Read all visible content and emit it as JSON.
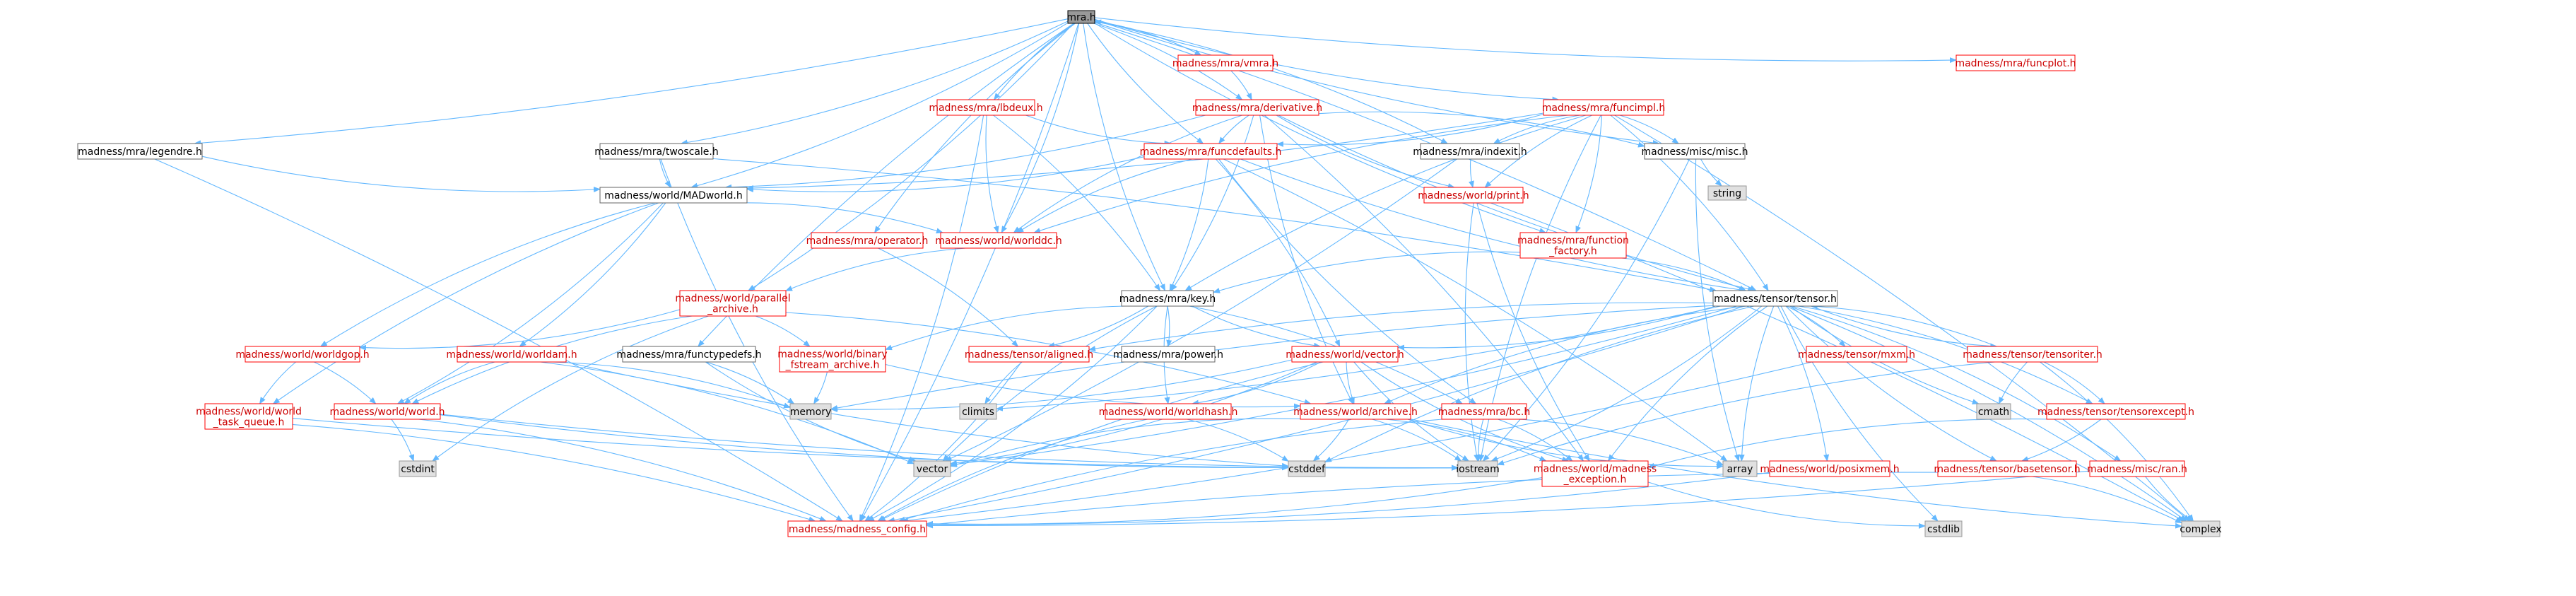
{
  "colors": {
    "edge": "#63b8ff",
    "root_fill": "#999999",
    "normal_border": "#666666",
    "missing_border": "#ff0000",
    "system_fill": "#e0e0e0",
    "system_border": "#999999",
    "normal_text": "#000000",
    "missing_text": "#cc0000"
  },
  "legend": {
    "root": "gray fill, black border",
    "normal": "white fill, gray border, black text",
    "missing": "white fill, red border, red text",
    "system": "light gray fill, gray border"
  },
  "nodes": [
    {
      "id": "mra_h",
      "kind": "root",
      "lines": [
        "mra.h"
      ]
    },
    {
      "id": "vmra",
      "kind": "missing",
      "lines": [
        "madness/mra/vmra.h"
      ]
    },
    {
      "id": "funcplot",
      "kind": "missing",
      "lines": [
        "madness/mra/funcplot.h"
      ]
    },
    {
      "id": "legendre",
      "kind": "normal",
      "lines": [
        "madness/mra/legendre.h"
      ]
    },
    {
      "id": "lbdeux",
      "kind": "missing",
      "lines": [
        "madness/mra/lbdeux.h"
      ]
    },
    {
      "id": "derivative",
      "kind": "missing",
      "lines": [
        "madness/mra/derivative.h"
      ]
    },
    {
      "id": "funcimpl",
      "kind": "missing",
      "lines": [
        "madness/mra/funcimpl.h"
      ]
    },
    {
      "id": "twoscale",
      "kind": "normal",
      "lines": [
        "madness/mra/twoscale.h"
      ]
    },
    {
      "id": "funcdefaults",
      "kind": "missing",
      "lines": [
        "madness/mra/funcdefaults.h"
      ]
    },
    {
      "id": "indexit",
      "kind": "normal",
      "lines": [
        "madness/mra/indexit.h"
      ]
    },
    {
      "id": "misc",
      "kind": "normal",
      "lines": [
        "madness/misc/misc.h"
      ]
    },
    {
      "id": "string",
      "kind": "system",
      "lines": [
        "string"
      ]
    },
    {
      "id": "madworld",
      "kind": "normal",
      "lines": [
        "madness/world/MADworld.h"
      ]
    },
    {
      "id": "print",
      "kind": "missing",
      "lines": [
        "madness/world/print.h"
      ]
    },
    {
      "id": "operator",
      "kind": "missing",
      "lines": [
        "madness/mra/operator.h"
      ]
    },
    {
      "id": "worlddc",
      "kind": "missing",
      "lines": [
        "madness/world/worlddc.h"
      ]
    },
    {
      "id": "function_factory",
      "kind": "missing",
      "lines": [
        "madness/mra/function",
        "_factory.h"
      ]
    },
    {
      "id": "parallel_archive",
      "kind": "missing",
      "lines": [
        "madness/world/parallel",
        "_archive.h"
      ]
    },
    {
      "id": "key",
      "kind": "normal",
      "lines": [
        "madness/mra/key.h"
      ]
    },
    {
      "id": "tensor",
      "kind": "normal",
      "lines": [
        "madness/tensor/tensor.h"
      ]
    },
    {
      "id": "worldgop",
      "kind": "missing",
      "lines": [
        "madness/world/worldgop.h"
      ]
    },
    {
      "id": "worldam",
      "kind": "missing",
      "lines": [
        "madness/world/worldam.h"
      ]
    },
    {
      "id": "functypedefs",
      "kind": "normal",
      "lines": [
        "madness/mra/functypedefs.h"
      ]
    },
    {
      "id": "binary_fstream",
      "kind": "missing",
      "lines": [
        "madness/world/binary",
        "_fstream_archive.h"
      ]
    },
    {
      "id": "aligned",
      "kind": "missing",
      "lines": [
        "madness/tensor/aligned.h"
      ]
    },
    {
      "id": "power",
      "kind": "normal",
      "lines": [
        "madness/mra/power.h"
      ]
    },
    {
      "id": "vector",
      "kind": "missing",
      "lines": [
        "madness/world/vector.h"
      ]
    },
    {
      "id": "mxm",
      "kind": "missing",
      "lines": [
        "madness/tensor/mxm.h"
      ]
    },
    {
      "id": "tensoriter",
      "kind": "missing",
      "lines": [
        "madness/tensor/tensoriter.h"
      ]
    },
    {
      "id": "world_task_queue",
      "kind": "missing",
      "lines": [
        "madness/world/world",
        "_task_queue.h"
      ]
    },
    {
      "id": "world",
      "kind": "missing",
      "lines": [
        "madness/world/world.h"
      ]
    },
    {
      "id": "memory",
      "kind": "system",
      "lines": [
        "memory"
      ]
    },
    {
      "id": "climits",
      "kind": "system",
      "lines": [
        "climits"
      ]
    },
    {
      "id": "worldhash",
      "kind": "missing",
      "lines": [
        "madness/world/worldhash.h"
      ]
    },
    {
      "id": "archive",
      "kind": "missing",
      "lines": [
        "madness/world/archive.h"
      ]
    },
    {
      "id": "bc",
      "kind": "missing",
      "lines": [
        "madness/mra/bc.h"
      ]
    },
    {
      "id": "cmath",
      "kind": "system",
      "lines": [
        "cmath"
      ]
    },
    {
      "id": "tensorexcept",
      "kind": "missing",
      "lines": [
        "madness/tensor/tensorexcept.h"
      ]
    },
    {
      "id": "cstdint",
      "kind": "system",
      "lines": [
        "cstdint"
      ]
    },
    {
      "id": "vector_sys",
      "kind": "system",
      "lines": [
        "vector"
      ]
    },
    {
      "id": "cstddef",
      "kind": "system",
      "lines": [
        "cstddef"
      ]
    },
    {
      "id": "iostream",
      "kind": "system",
      "lines": [
        "iostream"
      ]
    },
    {
      "id": "array",
      "kind": "system",
      "lines": [
        "array"
      ]
    },
    {
      "id": "madness_exception",
      "kind": "missing",
      "lines": [
        "madness/world/madness",
        "_exception.h"
      ]
    },
    {
      "id": "posixmem",
      "kind": "missing",
      "lines": [
        "madness/world/posixmem.h"
      ]
    },
    {
      "id": "basetensor",
      "kind": "missing",
      "lines": [
        "madness/tensor/basetensor.h"
      ]
    },
    {
      "id": "ran",
      "kind": "missing",
      "lines": [
        "madness/misc/ran.h"
      ]
    },
    {
      "id": "madness_config",
      "kind": "missing",
      "lines": [
        "madness/madness_config.h"
      ]
    },
    {
      "id": "cstdlib",
      "kind": "system",
      "lines": [
        "cstdlib"
      ]
    },
    {
      "id": "complex",
      "kind": "system",
      "lines": [
        "complex"
      ]
    }
  ],
  "edges": [
    [
      "mra_h",
      "vmra"
    ],
    [
      "mra_h",
      "funcplot"
    ],
    [
      "mra_h",
      "legendre"
    ],
    [
      "mra_h",
      "lbdeux"
    ],
    [
      "mra_h",
      "derivative"
    ],
    [
      "mra_h",
      "funcimpl"
    ],
    [
      "mra_h",
      "twoscale"
    ],
    [
      "mra_h",
      "funcdefaults"
    ],
    [
      "mra_h",
      "indexit"
    ],
    [
      "mra_h",
      "misc"
    ],
    [
      "mra_h",
      "madworld"
    ],
    [
      "mra_h",
      "operator"
    ],
    [
      "mra_h",
      "worlddc"
    ],
    [
      "mra_h",
      "function_factory"
    ],
    [
      "mra_h",
      "parallel_archive"
    ],
    [
      "mra_h",
      "key"
    ],
    [
      "mra_h",
      "tensor"
    ],
    [
      "mra_h",
      "functypedefs"
    ],
    [
      "mra_h",
      "madness_config"
    ],
    [
      "vmra",
      "mra_h"
    ],
    [
      "vmra",
      "derivative"
    ],
    [
      "legendre",
      "madworld"
    ],
    [
      "legendre",
      "madness_config"
    ],
    [
      "lbdeux",
      "funcdefaults"
    ],
    [
      "lbdeux",
      "key"
    ],
    [
      "lbdeux",
      "worlddc"
    ],
    [
      "lbdeux",
      "madness_config"
    ],
    [
      "derivative",
      "funcdefaults"
    ],
    [
      "derivative",
      "madworld"
    ],
    [
      "derivative",
      "worlddc"
    ],
    [
      "derivative",
      "misc"
    ],
    [
      "derivative",
      "print"
    ],
    [
      "derivative",
      "key"
    ],
    [
      "derivative",
      "tensor"
    ],
    [
      "derivative",
      "madness_exception"
    ],
    [
      "derivative",
      "archive"
    ],
    [
      "funcimpl",
      "funcdefaults"
    ],
    [
      "funcimpl",
      "indexit"
    ],
    [
      "funcimpl",
      "misc"
    ],
    [
      "funcimpl",
      "print"
    ],
    [
      "funcimpl",
      "function_factory"
    ],
    [
      "funcimpl",
      "key"
    ],
    [
      "funcimpl",
      "tensor"
    ],
    [
      "funcimpl",
      "worlddc"
    ],
    [
      "funcimpl",
      "madworld"
    ],
    [
      "funcimpl",
      "iostream"
    ],
    [
      "funcimpl",
      "complex"
    ],
    [
      "twoscale",
      "madworld"
    ],
    [
      "twoscale",
      "tensor"
    ],
    [
      "twoscale",
      "madness_config"
    ],
    [
      "funcdefaults",
      "madworld"
    ],
    [
      "funcdefaults",
      "worlddc"
    ],
    [
      "funcdefaults",
      "key"
    ],
    [
      "funcdefaults",
      "tensor"
    ],
    [
      "funcdefaults",
      "vector"
    ],
    [
      "funcdefaults",
      "bc"
    ],
    [
      "funcdefaults",
      "array"
    ],
    [
      "indexit",
      "print"
    ],
    [
      "indexit",
      "vector_sys"
    ],
    [
      "misc",
      "string"
    ],
    [
      "misc",
      "iostream"
    ],
    [
      "misc",
      "array"
    ],
    [
      "madworld",
      "worlddc"
    ],
    [
      "madworld",
      "worldgop"
    ],
    [
      "madworld",
      "worldam"
    ],
    [
      "madworld",
      "world_task_queue"
    ],
    [
      "madworld",
      "world"
    ],
    [
      "print",
      "iostream"
    ],
    [
      "print",
      "complex"
    ],
    [
      "print",
      "madness_exception"
    ],
    [
      "operator",
      "aligned"
    ],
    [
      "worlddc",
      "parallel_archive"
    ],
    [
      "function_factory",
      "tensor"
    ],
    [
      "function_factory",
      "key"
    ],
    [
      "parallel_archive",
      "binary_fstream"
    ],
    [
      "parallel_archive",
      "world"
    ],
    [
      "parallel_archive",
      "worldgop"
    ],
    [
      "parallel_archive",
      "cstdint"
    ],
    [
      "parallel_archive",
      "archive"
    ],
    [
      "key",
      "vector"
    ],
    [
      "key",
      "power"
    ],
    [
      "key",
      "binary_fstream"
    ],
    [
      "key",
      "aligned"
    ],
    [
      "key",
      "worldhash"
    ],
    [
      "key",
      "bc"
    ],
    [
      "key",
      "vector_sys"
    ],
    [
      "key",
      "madness_config"
    ],
    [
      "tensor",
      "aligned"
    ],
    [
      "tensor",
      "mxm"
    ],
    [
      "tensor",
      "tensoriter"
    ],
    [
      "tensor",
      "vector"
    ],
    [
      "tensor",
      "archive"
    ],
    [
      "tensor",
      "posixmem"
    ],
    [
      "tensor",
      "madness_exception"
    ],
    [
      "tensor",
      "tensorexcept"
    ],
    [
      "tensor",
      "basetensor"
    ],
    [
      "tensor",
      "ran"
    ],
    [
      "tensor",
      "memory"
    ],
    [
      "tensor",
      "climits"
    ],
    [
      "tensor",
      "cmath"
    ],
    [
      "tensor",
      "complex"
    ],
    [
      "tensor",
      "cstdlib"
    ],
    [
      "tensor",
      "iostream"
    ],
    [
      "tensor",
      "array"
    ],
    [
      "tensor",
      "vector_sys"
    ],
    [
      "tensor",
      "cstddef"
    ],
    [
      "tensor",
      "madness_config"
    ],
    [
      "worldgop",
      "world_task_queue"
    ],
    [
      "worldgop",
      "world"
    ],
    [
      "worldam",
      "world"
    ],
    [
      "worldam",
      "memory"
    ],
    [
      "worldam",
      "cstddef"
    ],
    [
      "worldam",
      "vector_sys"
    ],
    [
      "functypedefs",
      "vector_sys"
    ],
    [
      "functypedefs",
      "memory"
    ],
    [
      "binary_fstream",
      "archive"
    ],
    [
      "binary_fstream",
      "memory"
    ],
    [
      "aligned",
      "climits"
    ],
    [
      "aligned",
      "madness_config"
    ],
    [
      "vector",
      "archive"
    ],
    [
      "vector",
      "worldhash"
    ],
    [
      "vector",
      "madness_exception"
    ],
    [
      "vector",
      "vector_sys"
    ],
    [
      "vector",
      "iostream"
    ],
    [
      "vector",
      "memory"
    ],
    [
      "vector",
      "madness_config"
    ],
    [
      "mxm",
      "madness_config"
    ],
    [
      "tensoriter",
      "tensor"
    ],
    [
      "tensoriter",
      "tensorexcept"
    ],
    [
      "tensoriter",
      "cmath"
    ],
    [
      "tensoriter",
      "complex"
    ],
    [
      "tensoriter",
      "iostream"
    ],
    [
      "world_task_queue",
      "madness_config"
    ],
    [
      "world_task_queue",
      "iostream"
    ],
    [
      "world",
      "cstdint"
    ],
    [
      "world",
      "iostream"
    ],
    [
      "world",
      "madness_config"
    ],
    [
      "world",
      "cstddef"
    ],
    [
      "worldhash",
      "cstddef"
    ],
    [
      "worldhash",
      "madness_config"
    ],
    [
      "archive",
      "madness_exception"
    ],
    [
      "archive",
      "vector_sys"
    ],
    [
      "archive",
      "iostream"
    ],
    [
      "archive",
      "array"
    ],
    [
      "archive",
      "cstddef"
    ],
    [
      "archive",
      "complex"
    ],
    [
      "bc",
      "madness_exception"
    ],
    [
      "bc",
      "iostream"
    ],
    [
      "bc",
      "array"
    ],
    [
      "bc",
      "madness_config"
    ],
    [
      "tensorexcept",
      "basetensor"
    ],
    [
      "tensorexcept",
      "madness_exception"
    ],
    [
      "madness_exception",
      "madness_config"
    ],
    [
      "madness_exception",
      "cstdlib"
    ],
    [
      "posixmem",
      "madness_config"
    ],
    [
      "basetensor",
      "madness_config"
    ],
    [
      "basetensor",
      "complex"
    ],
    [
      "ran",
      "complex"
    ],
    [
      "ran",
      "madness_config"
    ]
  ]
}
